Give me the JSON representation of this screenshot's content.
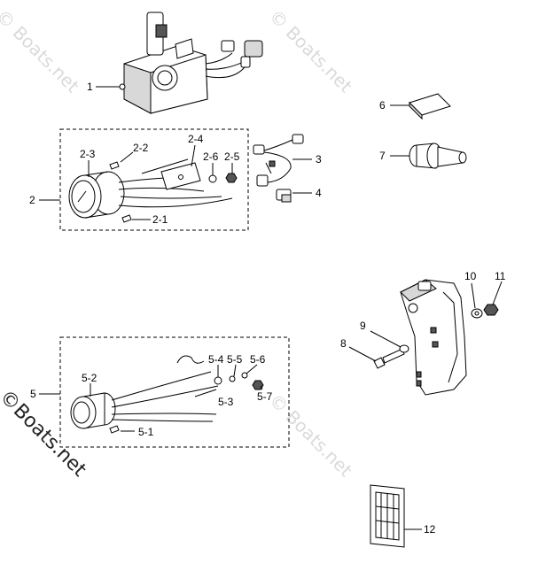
{
  "watermark": {
    "text_light_1": "© Boats.net",
    "text_light_2": "© Boats.net",
    "text_light_3": "© Boats.net",
    "text_dark": "©Boats.net"
  },
  "labels": {
    "p1": "1",
    "p2": "2",
    "p2_1": "2-1",
    "p2_2": "2-2",
    "p2_3": "2-3",
    "p2_4": "2-4",
    "p2_5": "2-5",
    "p2_6": "2-6",
    "p3": "3",
    "p4": "4",
    "p5": "5",
    "p5_1": "5-1",
    "p5_2": "5-2",
    "p5_3": "5-3",
    "p5_4": "5-4",
    "p5_5": "5-5",
    "p5_6": "5-6",
    "p5_7": "5-7",
    "p6": "6",
    "p7": "7",
    "p8": "8",
    "p9": "9",
    "p10": "10",
    "p11": "11",
    "p12": "12"
  }
}
